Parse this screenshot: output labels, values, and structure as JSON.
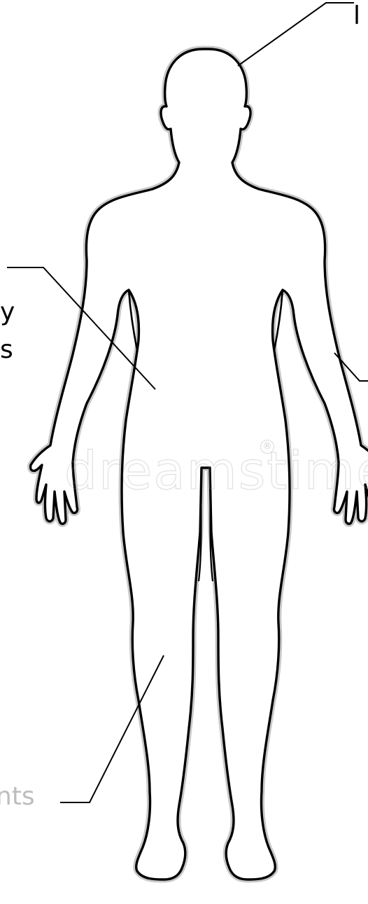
{
  "diagram": {
    "labels": {
      "top_right": {
        "text": "l",
        "color": "#000000"
      },
      "left_line_1": {
        "text": "y",
        "color": "#000000"
      },
      "left_line_2": {
        "text": "s",
        "color": "#000000"
      },
      "bottom_left": {
        "text": "nts",
        "color": "#bdbdbd"
      }
    },
    "watermark": {
      "text": "dreamstime",
      "badge": "®"
    },
    "colors": {
      "outline": "#000000",
      "outline_halo": "#bfbfbf",
      "leader_line": "#000000",
      "body_fill": "#ffffff",
      "background": "#ffffff"
    }
  }
}
